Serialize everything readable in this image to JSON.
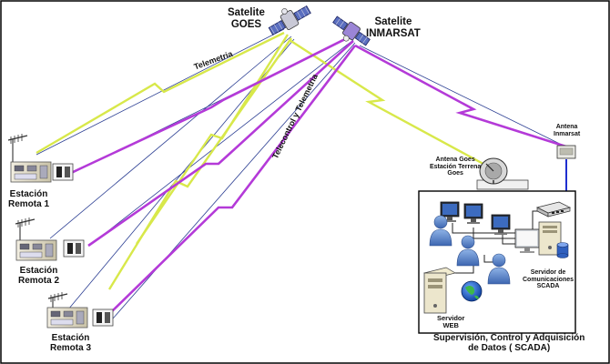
{
  "satellites": {
    "goes": {
      "line1": "Satelite",
      "line2": "GOES"
    },
    "inmarsat": {
      "line1": "Satelite",
      "line2": "INMARSAT"
    }
  },
  "links": {
    "telemetria": "Telemetria",
    "telecontrol": "Telecontrol y Telemetria"
  },
  "stations": [
    {
      "line1": "Estación",
      "line2": "Remota 1"
    },
    {
      "line1": "Estación",
      "line2": "Remota 2"
    },
    {
      "line1": "Estación",
      "line2": "Remota 3"
    }
  ],
  "ground": {
    "antena_goes": {
      "line1": "Antena Goes",
      "line2": "Estación Terrena",
      "line3": "Goes"
    },
    "antena_inmarsat": {
      "line1": "Antena",
      "line2": "Inmarsat"
    }
  },
  "control_center": {
    "servidor_comunicaciones": {
      "line1": "Servidor de",
      "line2": "Comunicaciones",
      "line3": "SCADA"
    },
    "servidor_web": {
      "line1": "Servidor",
      "line2": "WEB"
    },
    "caption": {
      "line1": "Supervisión, Control y Adquisición",
      "line2": "de Datos ( SCADA)"
    }
  },
  "colors": {
    "telemetry_link": "#d8e84a",
    "telecontrol_link": "#b43ad8",
    "blue_link": "#2c3f93",
    "frame": "#000000",
    "ethernet_cable": "#1f2fd0"
  }
}
